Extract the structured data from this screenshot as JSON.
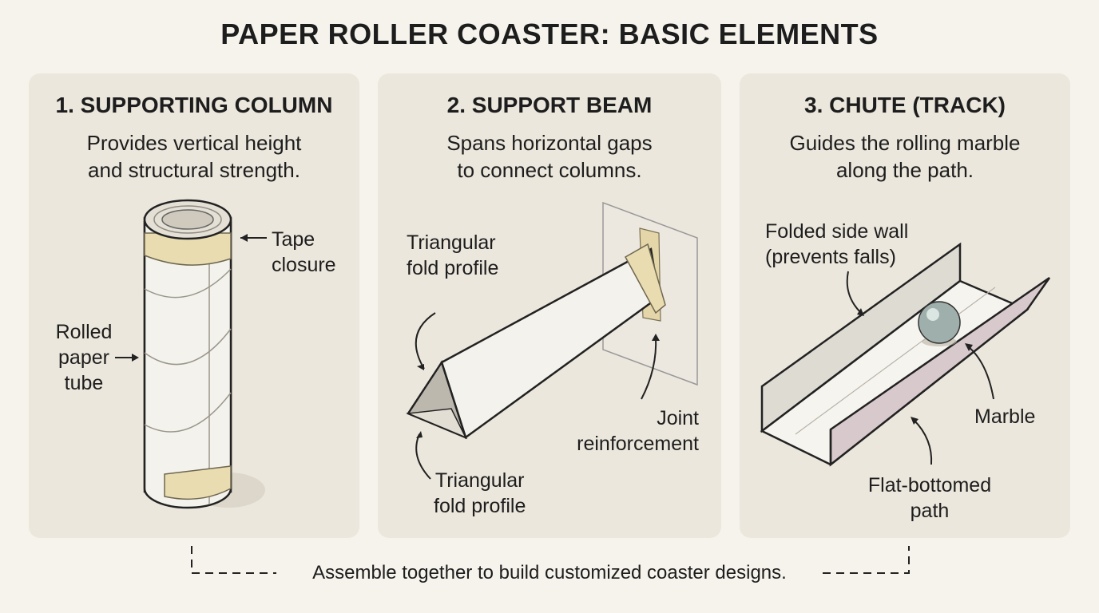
{
  "title": "PAPER ROLLER COASTER: BASIC ELEMENTS",
  "panels": [
    {
      "heading": "1. SUPPORTING COLUMN",
      "desc": [
        "Provides vertical height",
        "and structural strength."
      ],
      "labels": {
        "tape": [
          "Tape",
          "closure"
        ],
        "tube": [
          "Rolled",
          "paper",
          "tube"
        ]
      }
    },
    {
      "heading": "2. SUPPORT BEAM",
      "desc": [
        "Spans horizontal gaps",
        "to connect columns."
      ],
      "labels": {
        "fold_top": [
          "Triangular",
          "fold profile"
        ],
        "fold_bottom": [
          "Triangular",
          "fold profile"
        ],
        "joint": [
          "Joint",
          "reinforcement"
        ]
      }
    },
    {
      "heading": "3. CHUTE (TRACK)",
      "desc": [
        "Guides the rolling marble",
        "along the path."
      ],
      "labels": {
        "wall": [
          "Folded side wall",
          "(prevents falls)"
        ],
        "marble": [
          "Marble"
        ],
        "path": [
          "Flat-bottomed",
          "path"
        ]
      }
    }
  ],
  "footer": "Assemble together to build customized coaster designs.",
  "colors": {
    "background": "#f6f3ec",
    "panel": "#ebe7dd",
    "paper": "#f4f2ec",
    "tape": "#e9dcb0",
    "outline": "#222222"
  }
}
